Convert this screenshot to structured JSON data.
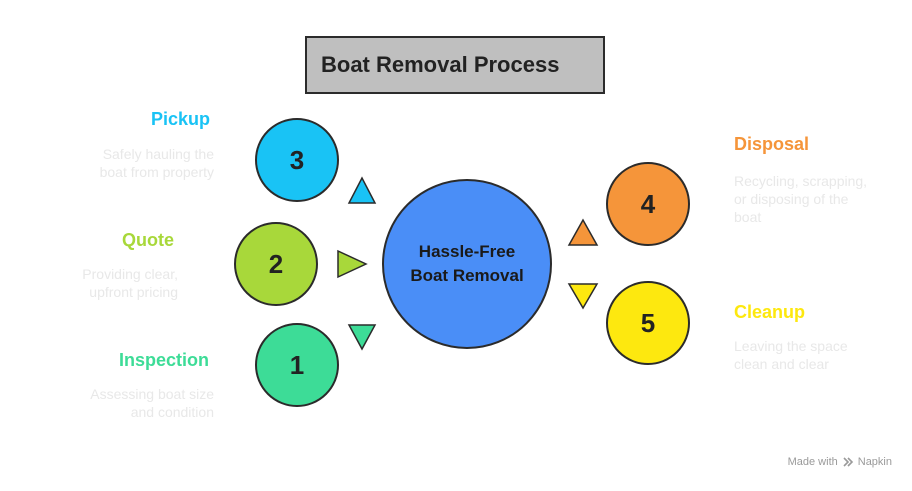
{
  "title": "Boat Removal Process",
  "center": {
    "line1": "Hassle-Free",
    "line2": "Boat Removal",
    "color": "#4a8ef7"
  },
  "steps": [
    {
      "number": "1",
      "title": "Inspection",
      "desc_line1": "Assessing boat size",
      "desc_line2": "and condition",
      "color": "#3ddc97"
    },
    {
      "number": "2",
      "title": "Quote",
      "desc_line1": "Providing clear,",
      "desc_line2": "upfront pricing",
      "color": "#a8d83a"
    },
    {
      "number": "3",
      "title": "Pickup",
      "desc_line1": "Safely hauling the",
      "desc_line2": "boat from property",
      "color": "#19c3f5"
    },
    {
      "number": "4",
      "title": "Disposal",
      "desc_line1": "Recycling, scrapping,",
      "desc_line2": "or disposing of the",
      "desc_line3": "boat",
      "color": "#f5953a"
    },
    {
      "number": "5",
      "title": "Cleanup",
      "desc_line1": "Leaving the space",
      "desc_line2": "clean and clear",
      "color": "#fde80f"
    }
  ],
  "watermark": {
    "prefix": "Made with",
    "brand": "Napkin"
  }
}
